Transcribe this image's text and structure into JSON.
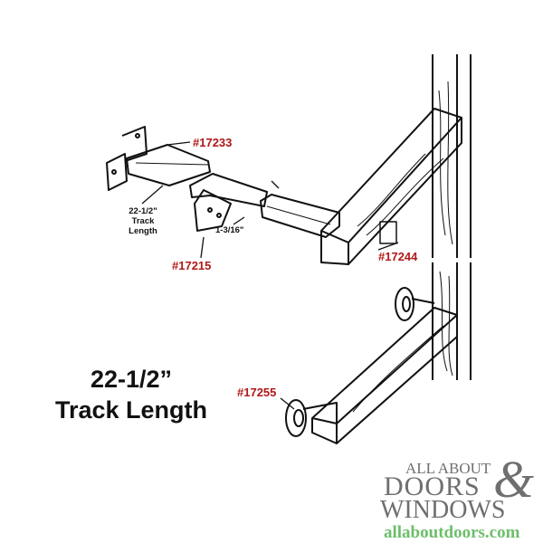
{
  "parts": {
    "bracket_front": "#17233",
    "track_connector": "#17215",
    "rear_bracket": "#17244",
    "roller": "#17255"
  },
  "notes": {
    "track_length_small": [
      "22-1/2\"",
      "Track",
      "Length"
    ],
    "gap": "1-3/16\""
  },
  "headline": {
    "line1": "22-1/2”",
    "line2": "Track Length"
  },
  "logo": {
    "line1": "ALL ABOUT",
    "line2": "DOORS",
    "ampersand": "&",
    "line3": "WINDOWS",
    "url": "allaboutdoors.com",
    "colors": {
      "text": "#6f6f6f",
      "url": "#6dbf6a"
    }
  },
  "colors": {
    "part_label": "#b01818",
    "line_art": "#111111"
  }
}
